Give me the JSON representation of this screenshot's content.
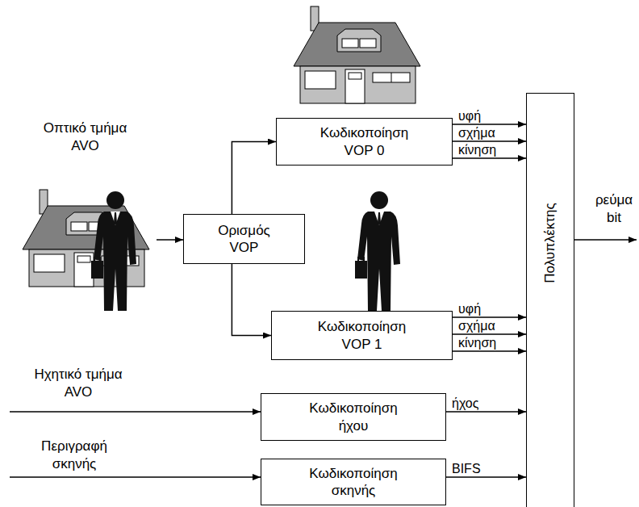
{
  "diagram": {
    "nodes": [
      {
        "text": [
          "Ορισμός VOP"
        ]
      },
      {
        "text": [
          "Κωδικοποίηση VOP 0"
        ]
      },
      {
        "text": [
          "Κωδικοποίηση VOP 1"
        ]
      },
      {
        "text": [
          "Κωδικοποίηση ήχου"
        ]
      },
      {
        "text": [
          "Κωδικοποίηση σκηνής"
        ]
      },
      {
        "text": [
          "Πολυπλέκτης"
        ]
      }
    ],
    "edges": [
      {
        "from": 0,
        "to": 1,
        "arrow": "to"
      },
      {
        "from": 0,
        "to": 2,
        "arrow": "to"
      },
      {
        "from": 1,
        "to": 5,
        "label": "υφή",
        "arrow": "to"
      },
      {
        "from": 1,
        "to": 5,
        "label": "σχήμα",
        "arrow": "to"
      },
      {
        "from": 1,
        "to": 5,
        "label": "κίνηση",
        "arrow": "to"
      },
      {
        "from": 2,
        "to": 5,
        "label": "υφή",
        "arrow": "to"
      },
      {
        "from": 2,
        "to": 5,
        "label": "σχήμα",
        "arrow": "to"
      },
      {
        "from": 2,
        "to": 5,
        "label": "κίνηση",
        "arrow": "to"
      },
      {
        "from": 3,
        "to": 5,
        "label": "ήχος",
        "arrow": "to"
      },
      {
        "from": 4,
        "to": 5,
        "label": "BIFS",
        "arrow": "to"
      }
    ],
    "labels": [
      "Οπτικό τμήμα AVO",
      "ρεύμα bit",
      "Ηχητικό τμήμα AVO",
      "Περιγραφή σκηνής"
    ]
  }
}
